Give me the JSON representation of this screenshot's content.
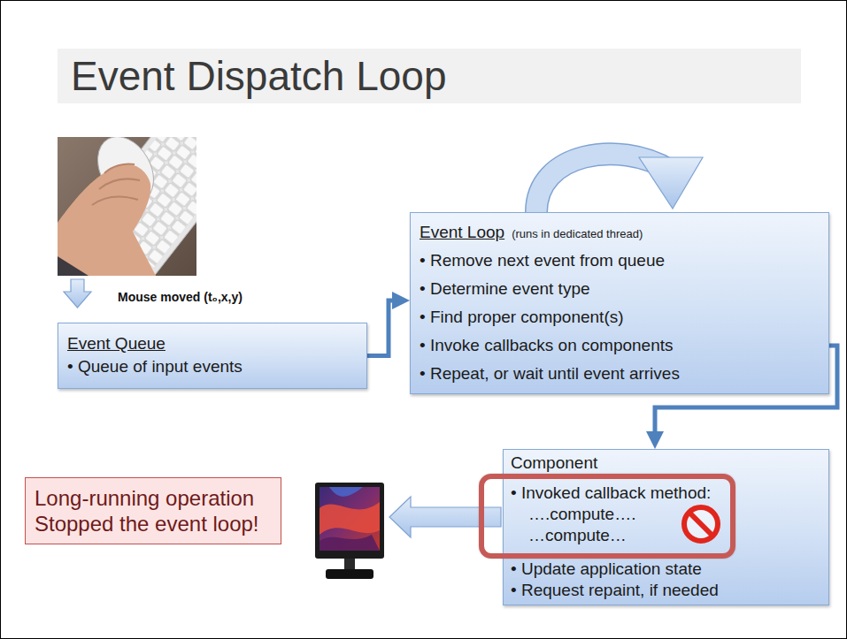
{
  "diagram": {
    "title": "Event Dispatch Loop",
    "nodes": [
      {
        "text": [
          "Event Queue",
          "• Queue of input events"
        ]
      },
      {
        "text": [
          "Event Loop",
          "(runs in dedicated thread)",
          "• Remove next event from queue",
          "• Determine event type",
          "• Find proper component(s)",
          "• Invoke callbacks on components",
          "• Repeat, or wait until event arrives"
        ]
      },
      {
        "text": [
          "Component",
          "• Update application state",
          "• Request repaint, if needed"
        ]
      },
      {
        "text": [
          "• Invoked callback method:",
          "….compute….",
          "…compute…"
        ],
        "in": 2
      },
      {
        "text": [
          "Long-running operation Stopped the event loop!"
        ]
      }
    ],
    "edges": [
      {
        "from": 0,
        "to": 1,
        "arrow": "to"
      },
      {
        "from": 1,
        "to": 2,
        "arrow": "to"
      }
    ],
    "labels": [
      "Mouse moved (t₀,x,y)"
    ]
  }
}
